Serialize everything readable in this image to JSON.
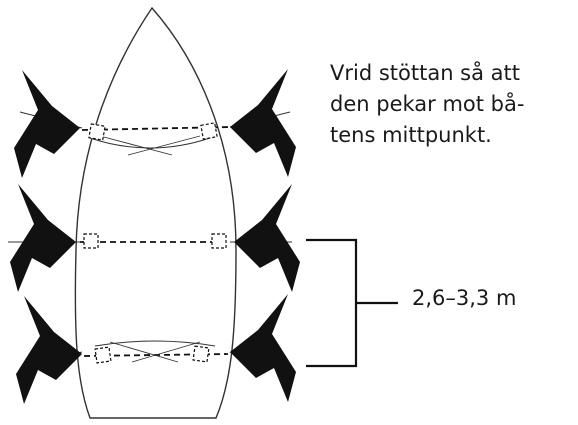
{
  "instruction_lines": [
    "Vrid stöttan så att",
    "den pekar mot bå-",
    "tens mittpunkt."
  ],
  "spacing_label": "2,6–3,3 m",
  "line_color": "#111111"
}
